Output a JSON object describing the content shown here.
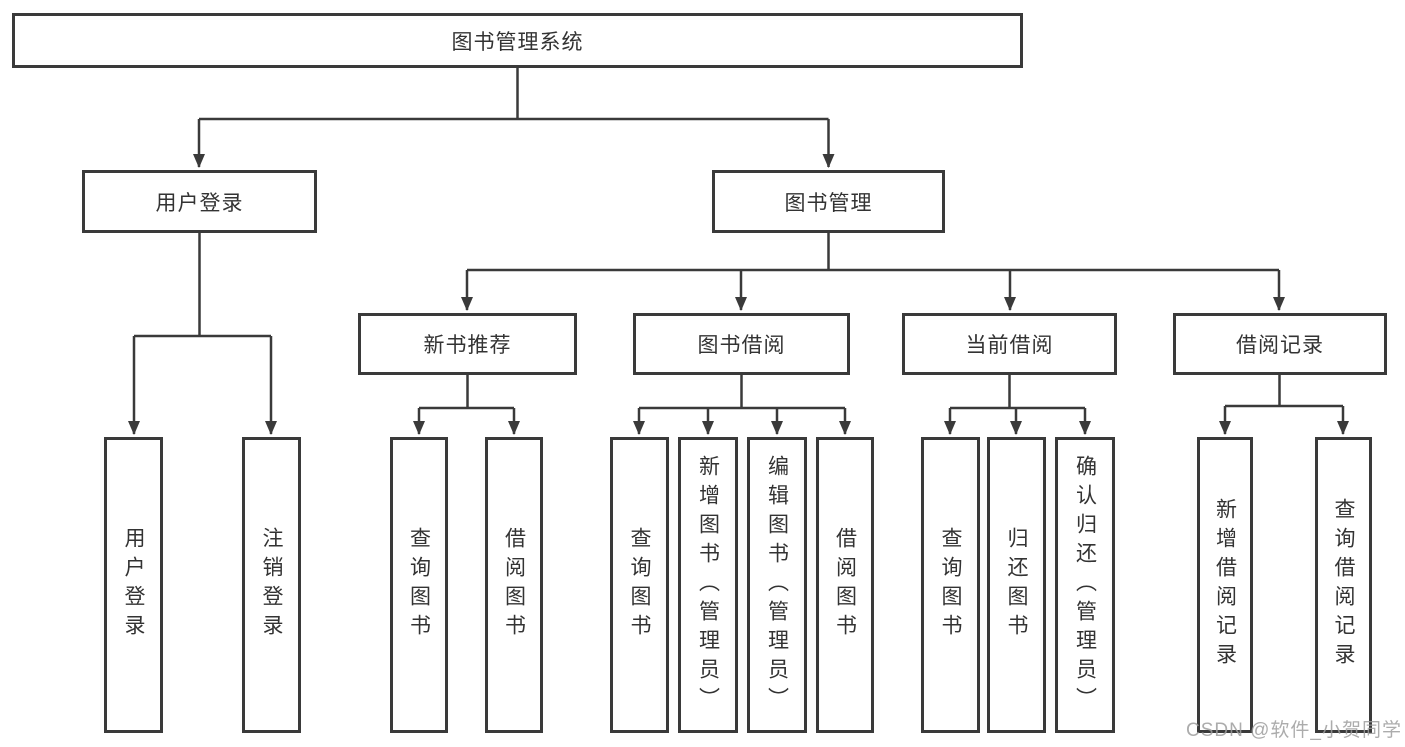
{
  "diagram": {
    "root": {
      "label": "图书管理系统"
    },
    "user_login": {
      "label": "用户登录",
      "children": [
        {
          "label": "用户登录"
        },
        {
          "label": "注销登录"
        }
      ]
    },
    "book_management": {
      "label": "图书管理",
      "sections": [
        {
          "label": "新书推荐",
          "children": [
            {
              "label": "查询图书"
            },
            {
              "label": "借阅图书"
            }
          ]
        },
        {
          "label": "图书借阅",
          "children": [
            {
              "label": "查询图书"
            },
            {
              "label": "新增图书（管理员）"
            },
            {
              "label": "编辑图书（管理员）"
            },
            {
              "label": "借阅图书"
            }
          ]
        },
        {
          "label": "当前借阅",
          "children": [
            {
              "label": "查询图书"
            },
            {
              "label": "归还图书"
            },
            {
              "label": "确认归还（管理员）"
            }
          ]
        },
        {
          "label": "借阅记录",
          "children": [
            {
              "label": "新增借阅记录"
            },
            {
              "label": "查询借阅记录"
            }
          ]
        }
      ]
    }
  },
  "watermark": {
    "text": "CSDN @软件_小贺同学"
  },
  "colors": {
    "background": "#ffffff",
    "line": "#3a3a3a",
    "box_border": "#3a3a3a",
    "box_fill": "#ffffff",
    "text": "#333333",
    "watermark": "#9e9e9e"
  }
}
